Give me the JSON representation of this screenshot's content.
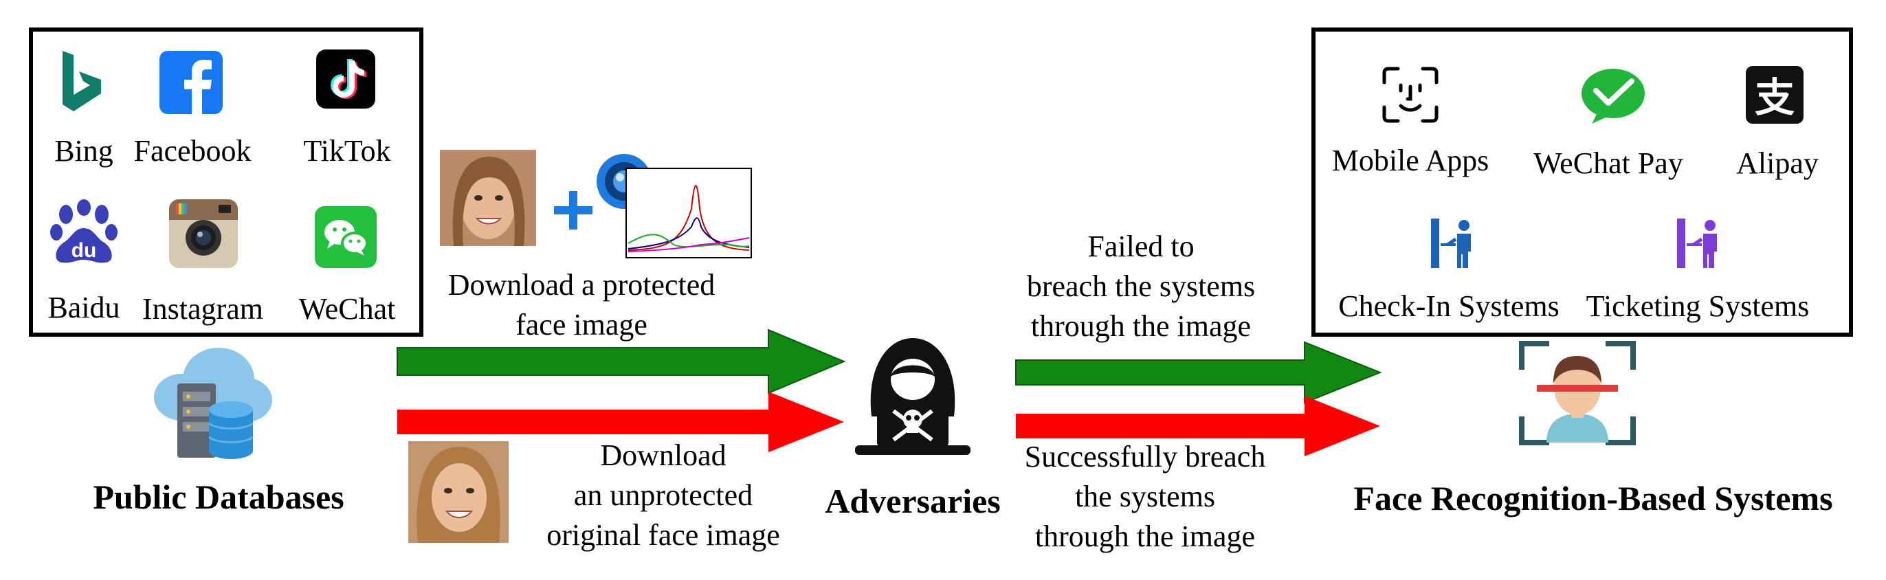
{
  "left_panel": {
    "platforms": [
      {
        "label": "Bing",
        "icon": "bing-icon"
      },
      {
        "label": "Facebook",
        "icon": "facebook-icon"
      },
      {
        "label": "TikTok",
        "icon": "tiktok-icon"
      },
      {
        "label": "Baidu",
        "icon": "baidu-icon"
      },
      {
        "label": "Instagram",
        "icon": "instagram-icon"
      },
      {
        "label": "WeChat",
        "icon": "wechat-icon"
      }
    ],
    "database_label": "Public Databases"
  },
  "paths": {
    "protected": {
      "caption_line1": "Download a protected",
      "caption_line2": "face image",
      "color": "#118811"
    },
    "unprotected": {
      "caption_line1": "Download",
      "caption_line2": "an unprotected",
      "caption_line3": "original face image",
      "color": "#ff0000"
    }
  },
  "adversaries": {
    "label": "Adversaries",
    "icon": "hacker-icon"
  },
  "outcomes": {
    "failed": {
      "line1": "Failed to",
      "line2": "breach the systems",
      "line3": "through the image",
      "color": "#118811"
    },
    "success": {
      "line1": "Successfully breach",
      "line2": "the systems",
      "line3": "through the image",
      "color": "#ff0000"
    }
  },
  "right_panel": {
    "systems": [
      {
        "label": "Mobile Apps",
        "icon": "face-id-icon"
      },
      {
        "label": "WeChat Pay",
        "icon": "wechat-pay-icon"
      },
      {
        "label": "Alipay",
        "icon": "alipay-icon"
      },
      {
        "label": "Check-In Systems",
        "icon": "check-in-icon"
      },
      {
        "label": "Ticketing Systems",
        "icon": "ticketing-icon"
      }
    ],
    "systems_label": "Face Recognition-Based Systems"
  }
}
